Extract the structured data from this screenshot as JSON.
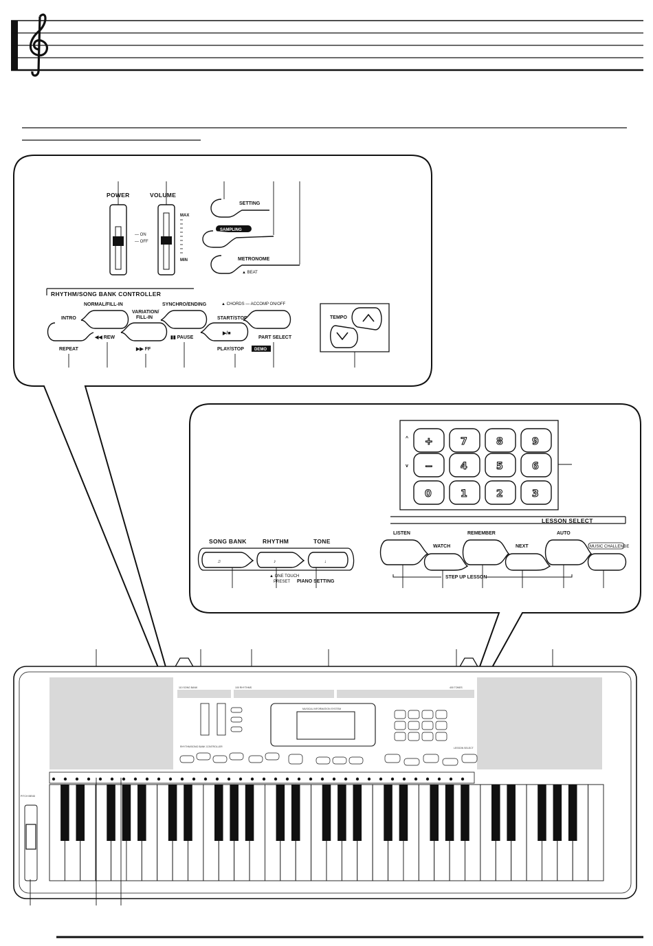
{
  "panel1": {
    "power_label": "POWER",
    "volume_label": "VOLUME",
    "on_label": "ON",
    "off_label": "OFF",
    "max_label": "MAX",
    "min_label": "MIN",
    "setting_label": "SETTING",
    "sampling_label": "SAMPLING",
    "metronome_label": "METRONOME",
    "beat_label": "BEAT",
    "controller_title": "RHYTHM/SONG BANK CONTROLLER",
    "intro_label": "INTRO",
    "repeat_label": "REPEAT",
    "normal_fillin_label": "NORMAL/FILL-IN",
    "rew_label": "REW",
    "variation_label_1": "VARIATION/",
    "variation_label_2": "FILL-IN",
    "ff_label": "FF",
    "synchro_label": "SYNCHRO/ENDING",
    "pause_label": "PAUSE",
    "chords_label": "CHORDS",
    "accomp_label": "ACCOMP ON/OFF",
    "start_stop_label": "START/STOP",
    "play_stop_label": "PLAY/STOP",
    "demo_label": "DEMO",
    "part_select_label": "PART SELECT",
    "tempo_label": "TEMPO"
  },
  "panel2": {
    "keypad_plus": "+",
    "keypad_minus": "−",
    "keypad_digits_row1": [
      "7",
      "8",
      "9"
    ],
    "keypad_digits_row2": [
      "4",
      "5",
      "6"
    ],
    "keypad_digits_row3": [
      "0",
      "1",
      "2",
      "3"
    ],
    "up_mark": "^",
    "down_mark": "v",
    "lesson_select_title": "LESSON SELECT",
    "listen_label": "LISTEN",
    "watch_label": "WATCH",
    "remember_label": "REMEMBER",
    "next_label": "NEXT",
    "auto_label": "AUTO",
    "music_challenge_label": "MUSIC CHALLENGE",
    "step_up_label": "STEP UP LESSON",
    "song_bank_label": "SONG BANK",
    "rhythm_label": "RHYTHM",
    "tone_label": "TONE",
    "one_touch_label_1": "ONE TOUCH",
    "one_touch_label_2": "PRESET",
    "piano_setting_label": "PIANO SETTING"
  },
  "keyboard": {
    "songbank_strip": "110 SONG BANK",
    "rhythm_strip": "100 RHYTHMS",
    "tone_strip": "400 TONES",
    "pitch_bend_label": "PITCH BEND",
    "mis_title": "MUSICAL INFORMATION SYSTEM",
    "controller_title_small": "RHYTHM/SONG BANK CONTROLLER",
    "lesson_select_small": "LESSON SELECT"
  }
}
